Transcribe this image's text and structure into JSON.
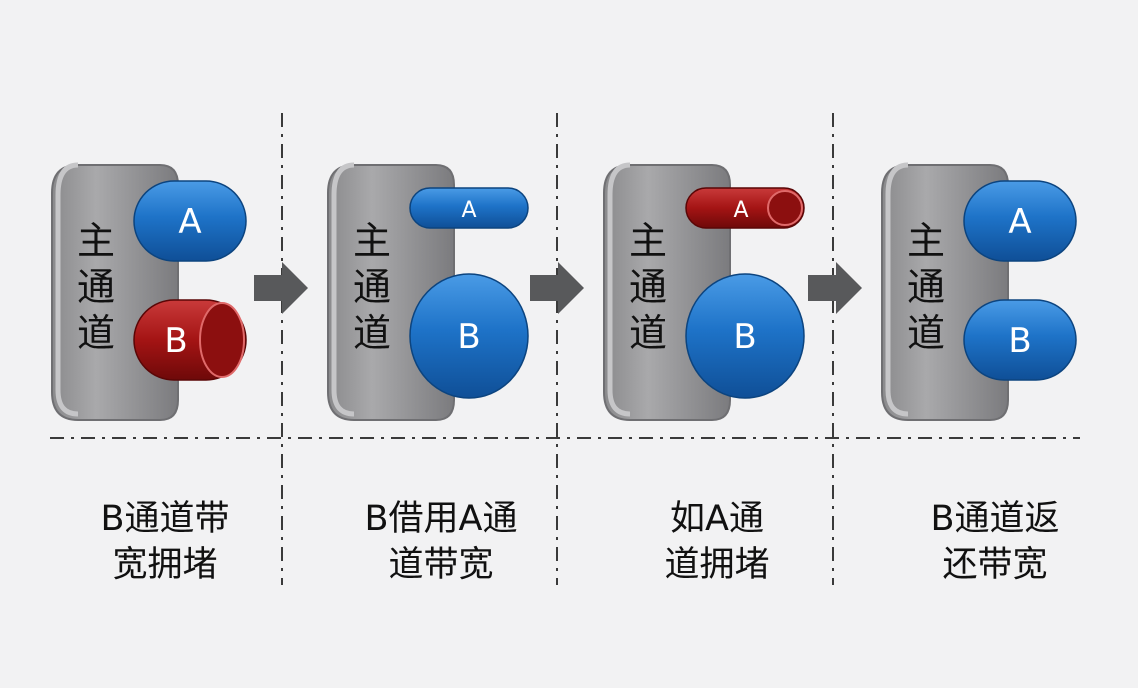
{
  "colors": {
    "background": "#f2f2f3",
    "channel_gray": "#9a9a9c",
    "channel_gray_dark": "#6f6f72",
    "normal_blue": "#1e73c8",
    "congested_red": "#a41414",
    "arrow": "#58595b",
    "divider": "#3a3a3a",
    "text": "#111111"
  },
  "main_channel_chars": [
    "主",
    "通",
    "道"
  ],
  "panels": [
    {
      "caption": [
        "B通道带",
        "宽拥堵"
      ],
      "a": {
        "label": "A",
        "state": "normal",
        "size": "normal"
      },
      "b": {
        "label": "B",
        "state": "congested",
        "size": "normal"
      }
    },
    {
      "caption": [
        "B借用A通",
        "道带宽"
      ],
      "a": {
        "label": "A",
        "state": "normal",
        "size": "thin"
      },
      "b": {
        "label": "B",
        "state": "normal",
        "size": "large"
      }
    },
    {
      "caption": [
        "如A通",
        "道拥堵"
      ],
      "a": {
        "label": "A",
        "state": "congested",
        "size": "thin"
      },
      "b": {
        "label": "B",
        "state": "normal",
        "size": "large"
      }
    },
    {
      "caption": [
        "B通道返",
        "还带宽"
      ],
      "a": {
        "label": "A",
        "state": "normal",
        "size": "normal"
      },
      "b": {
        "label": "B",
        "state": "normal",
        "size": "normal"
      }
    }
  ],
  "arrows": [
    {
      "name": "arrow-1-2",
      "icon": "right-arrow-icon"
    },
    {
      "name": "arrow-2-3",
      "icon": "right-arrow-icon"
    },
    {
      "name": "arrow-3-4",
      "icon": "right-arrow-icon"
    }
  ]
}
